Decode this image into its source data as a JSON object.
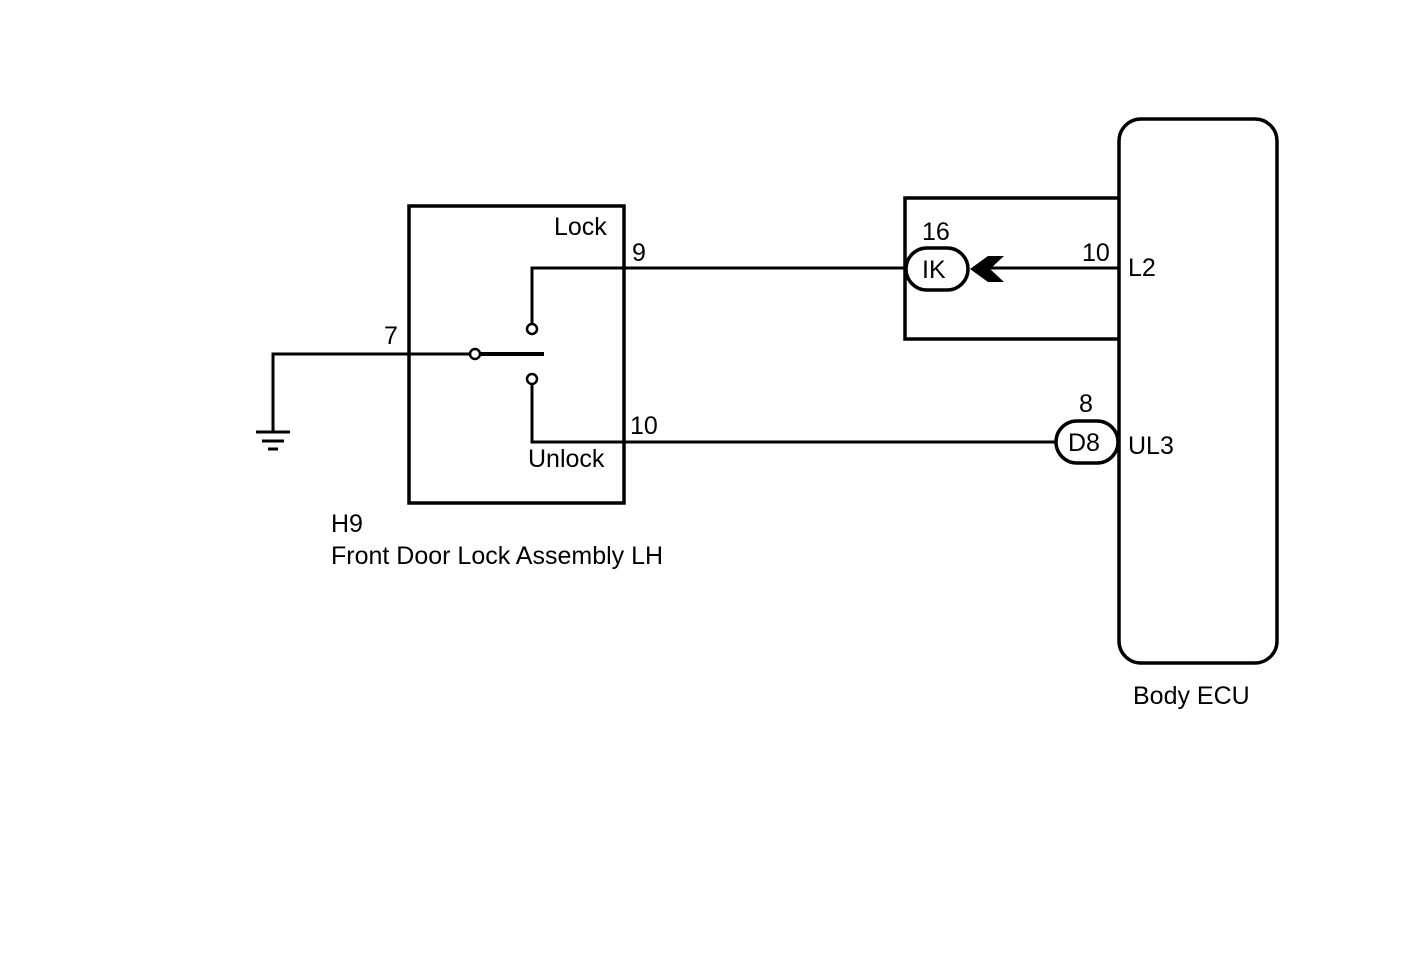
{
  "colors": {
    "line": "#000000",
    "background": "#ffffff"
  },
  "components": {
    "door_lock": {
      "code": "H9",
      "name": "Front Door Lock Assembly LH",
      "lock_label": "Lock",
      "unlock_label": "Unlock",
      "pin_lock": "9",
      "pin_ground": "7",
      "pin_unlock": "10"
    },
    "body_ecu": {
      "name": "Body ECU",
      "terminal_l2": "L2",
      "terminal_ul3": "UL3",
      "pin_l2": "10"
    }
  },
  "connectors": {
    "ik": {
      "label": "IK",
      "pin": "16"
    },
    "d8": {
      "label": "D8",
      "pin": "8"
    }
  },
  "icons": {
    "ground": "ground-symbol-icon",
    "connector_arrow": "connector-arrow-icon"
  }
}
